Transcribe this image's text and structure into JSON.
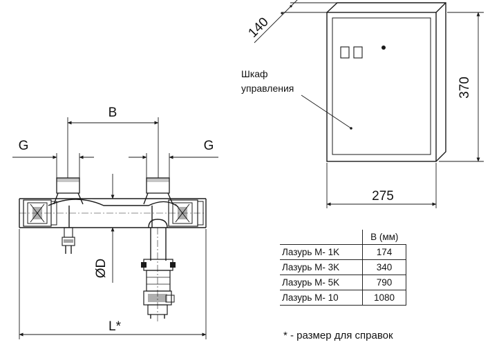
{
  "labels": {
    "dim_b": "B",
    "dim_g_left": "G",
    "dim_g_right": "G",
    "dim_d": "ØD",
    "dim_l": "L*",
    "dim_depth": "140",
    "dim_width": "275",
    "dim_height": "370",
    "cabinet_line1": "Шкаф",
    "cabinet_line2": "управления"
  },
  "table": {
    "header": "B (мм)",
    "rows": [
      {
        "model": "Лазурь М- 1K",
        "b": "174"
      },
      {
        "model": "Лазурь М- 3K",
        "b": "340"
      },
      {
        "model": "Лазурь М- 5K",
        "b": "790"
      },
      {
        "model": "Лазурь М- 10",
        "b": "1080"
      }
    ]
  },
  "footnote": "* - размер для справок",
  "colors": {
    "line": "#1a1a1a",
    "background": "#ffffff"
  }
}
